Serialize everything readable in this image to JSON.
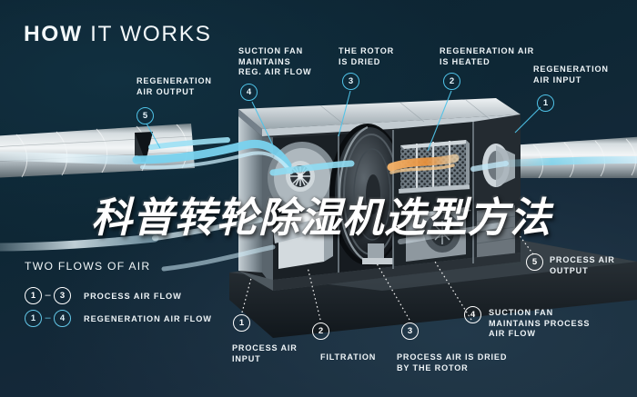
{
  "title": {
    "bold": "HOW",
    "light": "IT WORKS"
  },
  "headline_cn": "科普转轮除湿机选型方法",
  "colors": {
    "background": "#0d2430",
    "accent_cyan": "#4fc3e8",
    "text": "#eef4f7",
    "heat_orange": "#e8913c",
    "metal": "#c9d2d6"
  },
  "callouts": [
    {
      "id": "regeneration-air-output",
      "num": "5",
      "text": "REGENERATION\nAIR OUTPUT",
      "style": "cyan"
    },
    {
      "id": "suction-fan-reg",
      "num": "4",
      "text": "SUCTION FAN\nMAINTAINS\nREG. AIR FLOW",
      "style": "cyan"
    },
    {
      "id": "rotor-is-dried",
      "num": "3",
      "text": "THE ROTOR\nIS DRIED",
      "style": "cyan"
    },
    {
      "id": "regeneration-air-heated",
      "num": "2",
      "text": "REGENERATION AIR\nIS HEATED",
      "style": "cyan"
    },
    {
      "id": "regeneration-air-input",
      "num": "1",
      "text": "REGENERATION\nAIR INPUT",
      "style": "cyan"
    },
    {
      "id": "process-air-output",
      "num": "5",
      "text": "PROCESS AIR\nOUTPUT",
      "style": "white"
    },
    {
      "id": "suction-fan-process",
      "num": "4",
      "text": "SUCTION FAN\nMAINTAINS PROCESS\nAIR FLOW",
      "style": "white"
    },
    {
      "id": "process-air-input",
      "num": "1",
      "text": "PROCESS AIR\nINPUT",
      "style": "white"
    },
    {
      "id": "filtration",
      "num": "2",
      "text": "FILTRATION",
      "style": "white"
    },
    {
      "id": "process-air-dried",
      "num": "3",
      "text": "PROCESS AIR IS DRIED\nBY THE ROTOR",
      "style": "white"
    }
  ],
  "legend": {
    "heading": "TWO FLOWS OF AIR",
    "rows": [
      {
        "from": "1",
        "dash": "–",
        "to": "3",
        "label": "PROCESS AIR FLOW",
        "style": "white"
      },
      {
        "from": "1",
        "dash": "–",
        "to": "4",
        "label": "REGENERATION AIR FLOW",
        "style": "cyan"
      }
    ]
  },
  "diagram": {
    "subject": "desiccant-rotor-dehumidifier-cutaway",
    "parts": [
      "spiral-duct-left",
      "spiral-duct-right",
      "cabinet-frame",
      "centrifugal-fan",
      "desiccant-rotor-wheel",
      "heater-coil",
      "honeycomb-filter",
      "process-fan",
      "base-platform"
    ],
    "airflow": {
      "process": "cyan",
      "regeneration_heated": "orange"
    }
  }
}
